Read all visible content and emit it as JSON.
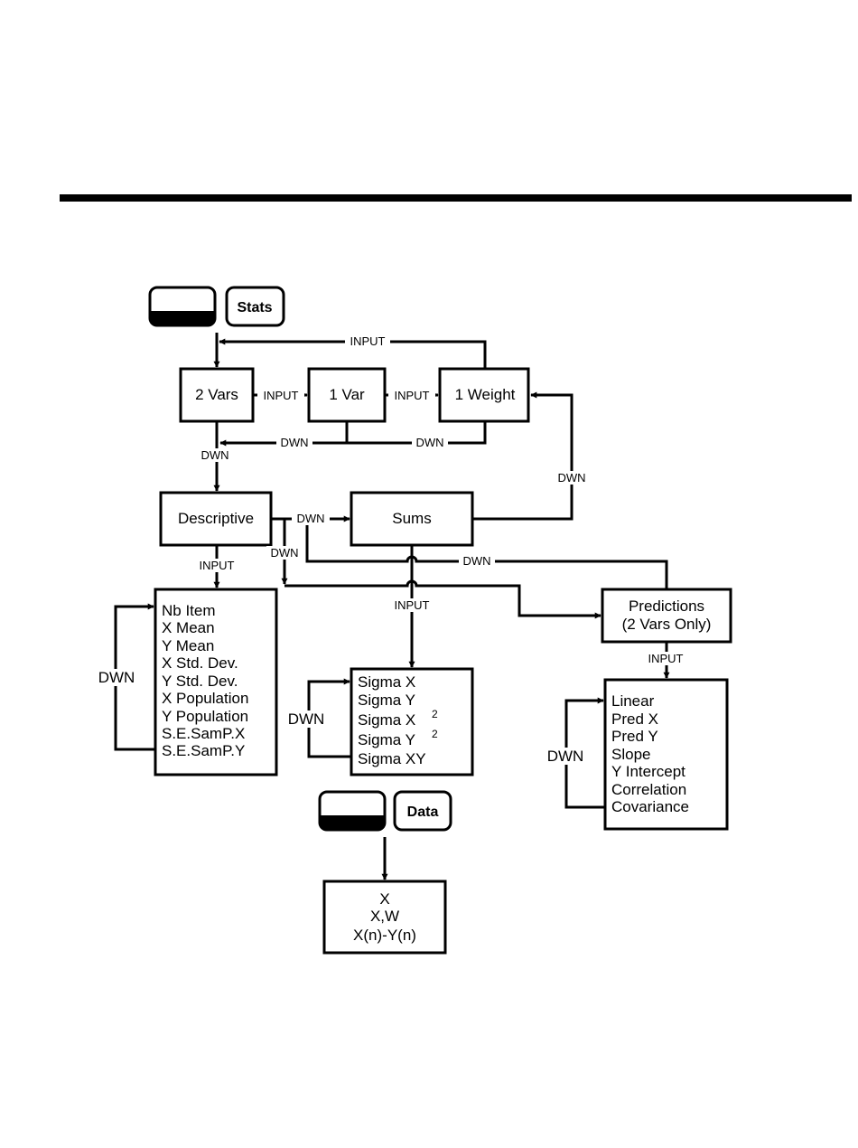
{
  "keys": {
    "stats": "Stats",
    "data": "Data"
  },
  "boxes": {
    "two_vars": "2 Vars",
    "one_var": "1 Var",
    "one_weight": "1 Weight",
    "descriptive": "Descriptive",
    "sums": "Sums",
    "predictions_line1": "Predictions",
    "predictions_line2": "(2 Vars Only)"
  },
  "descriptive_items": [
    "Nb Item",
    "X Mean",
    "Y Mean",
    "X Std. Dev.",
    "Y Std. Dev.",
    "X Population",
    "Y Population",
    "S.E.SamP.X",
    "S.E.SamP.Y"
  ],
  "sums_items": {
    "sigma_x": "Sigma X",
    "sigma_y": "Sigma Y",
    "sigma_x2": "Sigma X",
    "sigma_y2": "Sigma Y",
    "exponent": "2",
    "sigma_xy": "Sigma XY"
  },
  "predictions_items": [
    "Linear",
    "Pred X",
    "Pred Y",
    "Slope",
    "Y Intercept",
    "Correlation",
    "Covariance"
  ],
  "data_items": [
    "X",
    "X,W",
    "X(n)-Y(n)"
  ],
  "labels": {
    "input": "INPUT",
    "dwn": "DWN"
  }
}
